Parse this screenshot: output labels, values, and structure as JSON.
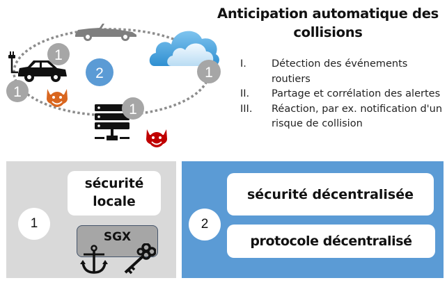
{
  "title": "Anticipation automatique des collisions",
  "steps": [
    {
      "num": "I.",
      "text": "Détection des événements routiers"
    },
    {
      "num": "II.",
      "text": "Partage et corrélation des alertes"
    },
    {
      "num": "III.",
      "text": "Réaction, par ex. notification d'un risque de collision"
    }
  ],
  "diagram": {
    "nodes": [
      "electric-car",
      "convertible-car",
      "cloud",
      "server"
    ],
    "local_badge": "1",
    "decentral_badge": "2",
    "attackers": [
      "orange-devil",
      "red-devil"
    ]
  },
  "panel_local": {
    "number": "1",
    "label": "sécurité locale",
    "technology": "SGX",
    "icons": [
      "anchor-icon",
      "key-icon"
    ]
  },
  "panel_decentral": {
    "number": "2",
    "items": [
      "sécurité décentralisée",
      "protocole décentralisé"
    ]
  },
  "colors": {
    "badge_local": "#a6a6a6",
    "badge_decentral": "#5b9bd5",
    "panel_local_bg": "#d9d9d9",
    "panel_decentral_bg": "#5b9bd5",
    "devil_orange": "#d9661f",
    "devil_red": "#c00000",
    "sgx_bg": "#a6a6a6"
  }
}
